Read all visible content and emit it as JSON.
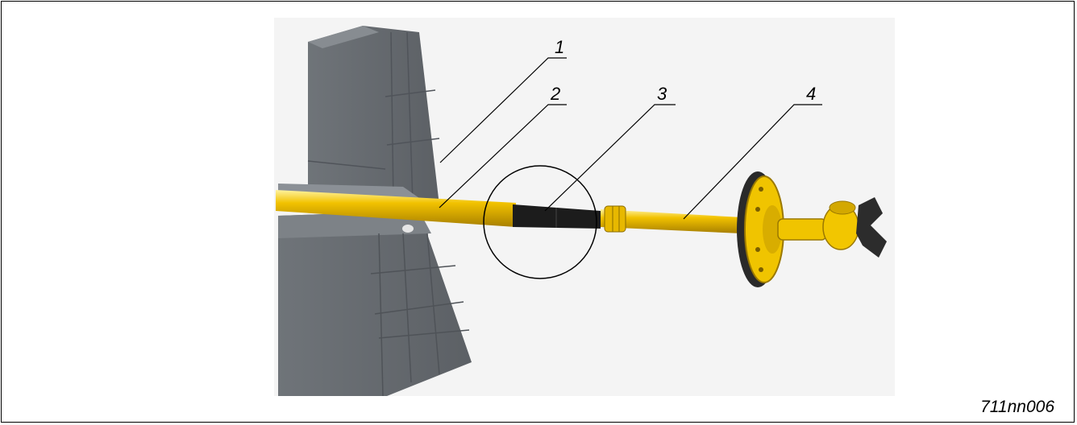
{
  "figure": {
    "callouts": [
      "1",
      "2",
      "3",
      "4"
    ],
    "reference": "711nn006",
    "colors": {
      "stone": "#6b7075",
      "stone_dark": "#54585d",
      "tube_yellow": "#f2c200",
      "tube_shadow": "#b89300",
      "sleeve_black": "#1c1c1c"
    }
  }
}
